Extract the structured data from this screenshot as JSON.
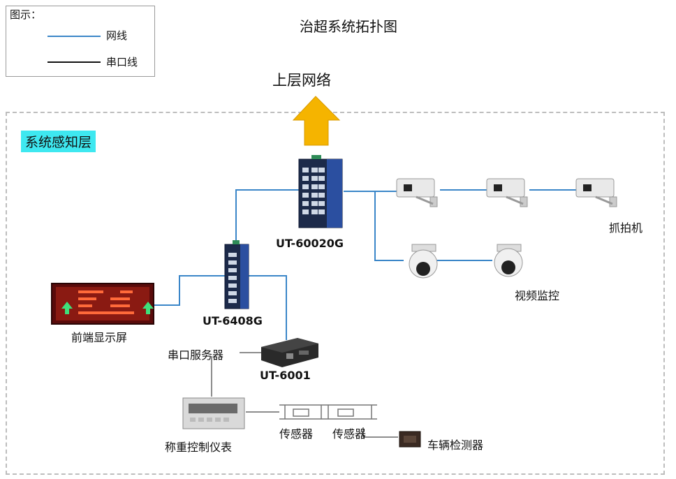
{
  "title": "治超系统拓扑图",
  "legend": {
    "title": "图示：",
    "network_line": "网线",
    "serial_line": "串口线"
  },
  "upper_network": "上层网络",
  "region_label": "系统感知层",
  "devices": {
    "switch_main": "UT-60020G",
    "switch_small": "UT-6408G",
    "serial_server_model": "UT-6001",
    "serial_server": "串口服务器",
    "front_display": "前端显示屏",
    "capture_camera": "抓拍机",
    "video_monitor": "视频监控",
    "weighing_controller": "称重控制仪表",
    "sensor_1": "传感器",
    "sensor_2": "传感器",
    "vehicle_detector": "车辆检测器"
  },
  "colors": {
    "network_line": "#3a86c8",
    "serial_line": "#111111",
    "arrow": "#f5b400",
    "layer_tag": "#3ee8f0"
  }
}
